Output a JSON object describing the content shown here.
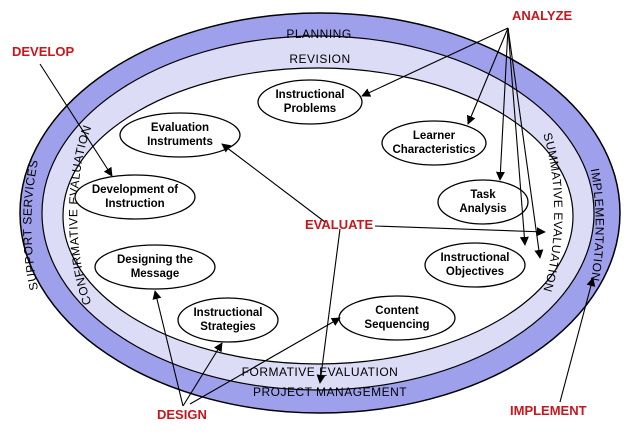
{
  "colors": {
    "outer_ring": "#9fa0ec",
    "middle_ring": "#dcdcf6",
    "inner_area": "#ffffff",
    "outline": "#000000",
    "phase_label": "#c8161d"
  },
  "rings": {
    "planning": "PLANNING",
    "revision": "REVISION",
    "project_management": "PROJECT MANAGEMENT",
    "formative_evaluation": "FORMATIVE EVALUATION",
    "support_services": "SUPPORT SERVICES",
    "confirmative_evaluation": "CONFIRMATIVE  EVALUATION",
    "implementation": "IMPLEMENTATION",
    "summative_evaluation": "SUMMATIVE EVALUATION"
  },
  "nodes": {
    "instructional_problems": [
      "Instructional",
      "Problems"
    ],
    "learner_characteristics": [
      "Learner",
      "Characteristics"
    ],
    "task_analysis": [
      "Task",
      "Analysis"
    ],
    "instructional_objectives": [
      "Instructional",
      "Objectives"
    ],
    "content_sequencing": [
      "Content",
      "Sequencing"
    ],
    "instructional_strategies": [
      "Instructional",
      "Strategies"
    ],
    "designing_the_message": [
      "Designing the",
      "Message"
    ],
    "development_of_instruction": [
      "Development of",
      "Instruction"
    ],
    "evaluation_instruments": [
      "Evaluation",
      "Instruments"
    ]
  },
  "phases": {
    "analyze": "ANALYZE",
    "develop": "DEVELOP",
    "evaluate": "EVALUATE",
    "design": "DESIGN",
    "implement": "IMPLEMENT"
  }
}
